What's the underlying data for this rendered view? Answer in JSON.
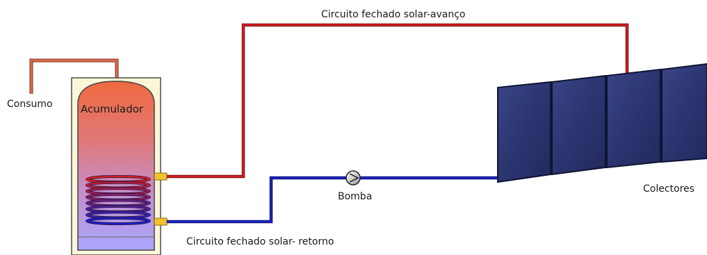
{
  "labels": {
    "consumo": "Consumo",
    "acumulador": "Acumulador",
    "avanco": "Circuito fechado solar-avanço",
    "retorno": "Circuito fechado solar- retorno",
    "bomba": "Bomba",
    "colectores": "Colectores"
  },
  "colors": {
    "hot_pipe": "#d11f24",
    "cold_pipe": "#1a22c4",
    "consumo_pipe": "#e06a50",
    "tank_hot": "#ef6a3f",
    "tank_cold": "#a9a6ff",
    "collector": "#2b3570",
    "connector": "#f2c230"
  }
}
